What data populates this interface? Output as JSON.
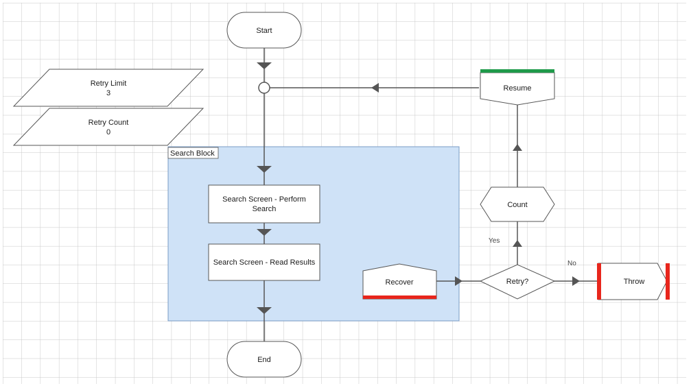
{
  "diagram": {
    "start_label": "Start",
    "end_label": "End",
    "retry_limit": {
      "name": "Retry Limit",
      "value": "3"
    },
    "retry_count": {
      "name": "Retry Count",
      "value": "0"
    },
    "block_label": "Search Block",
    "perform_search": {
      "line1": "Search Screen - Perform",
      "line2": "Search"
    },
    "read_results": "Search Screen - Read Results",
    "recover_label": "Recover",
    "resume_label": "Resume",
    "count_label": "Count",
    "decision_label": "Retry?",
    "yes_label": "Yes",
    "no_label": "No",
    "throw_label": "Throw"
  },
  "colors": {
    "block_fill": "#cfe2f7",
    "block_border": "#7a9cc6",
    "recover_bar": "#e8261c",
    "resume_bar": "#1f9a4a",
    "throw_bar": "#e8261c",
    "connector": "#555555"
  }
}
